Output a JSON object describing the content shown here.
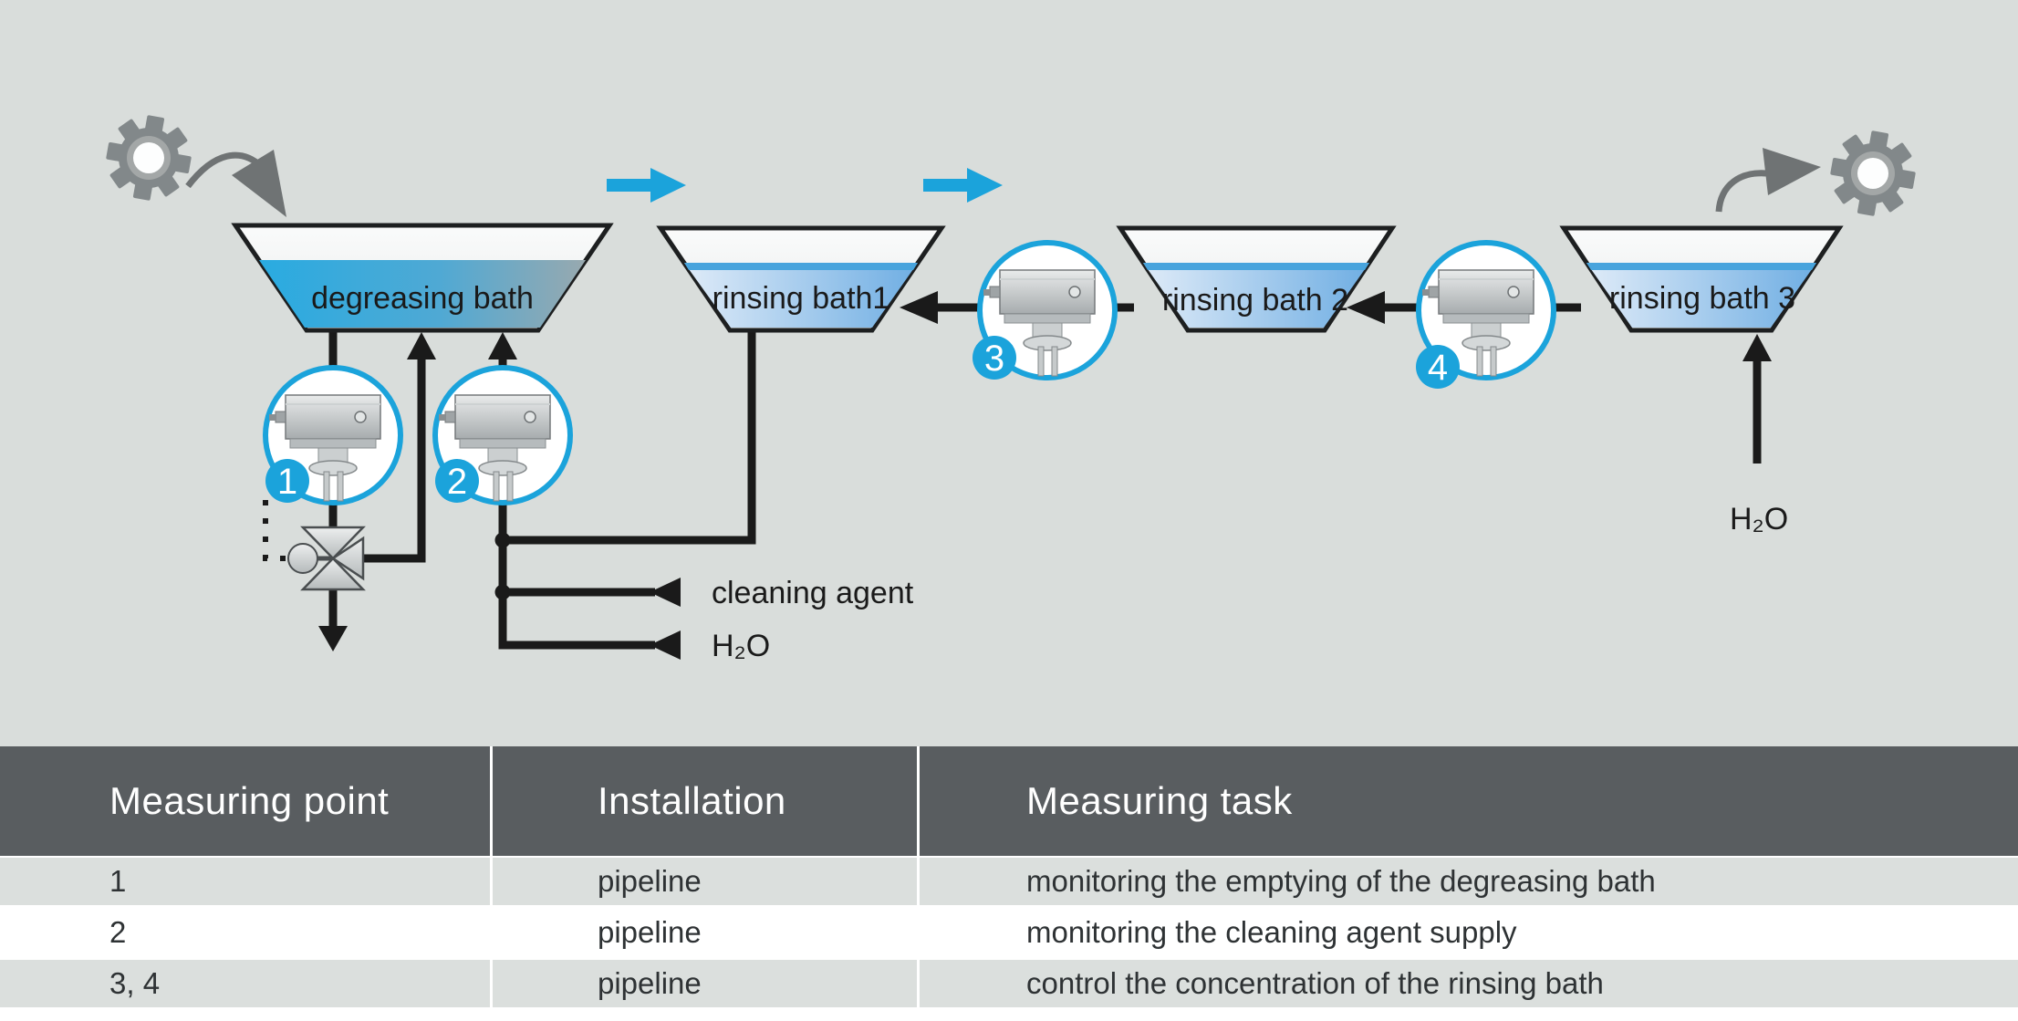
{
  "colors": {
    "accent": "#1BA3DB",
    "diagram-bg": "#D9DDDB",
    "line": "#1A1A1A",
    "header-bg": "#595D60",
    "row-alt-bg": "#DBDFDD",
    "gear-gray": "#82888A",
    "arrow-gray": "#6F7374"
  },
  "diagram": {
    "tanks": [
      {
        "label": "degreasing bath"
      },
      {
        "label": "rinsing bath1"
      },
      {
        "label": "rinsing bath 2"
      },
      {
        "label": "rinsing bath 3"
      }
    ],
    "sensors": [
      {
        "number": "1"
      },
      {
        "number": "2"
      },
      {
        "number": "3"
      },
      {
        "number": "4"
      }
    ],
    "supply_labels": {
      "cleaning_agent": "cleaning agent",
      "water": "H₂O",
      "water_bath3": "H₂O"
    }
  },
  "table": {
    "headers": [
      "Measuring point",
      "Installation",
      "Measuring task"
    ],
    "rows": [
      {
        "point": "1",
        "installation": "pipeline",
        "task": "monitoring the emptying of the degreasing bath"
      },
      {
        "point": "2",
        "installation": "pipeline",
        "task": "monitoring the cleaning agent supply"
      },
      {
        "point": "3, 4",
        "installation": "pipeline",
        "task": "control the concentration of the rinsing bath"
      }
    ]
  }
}
